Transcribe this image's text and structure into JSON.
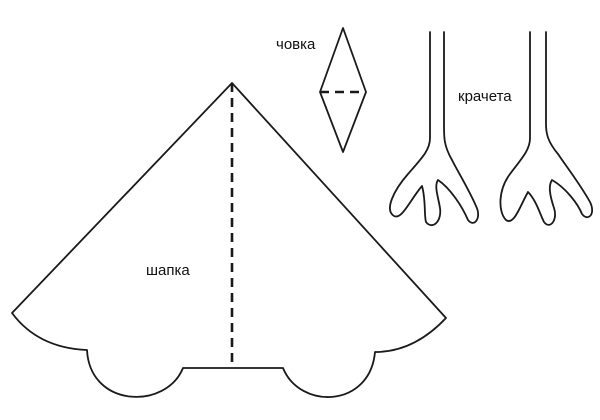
{
  "labels": {
    "beak": "човка",
    "legs": "крачета",
    "hat": "шапка"
  },
  "colors": {
    "line": "#1a1a1a",
    "background": "#ffffff"
  }
}
